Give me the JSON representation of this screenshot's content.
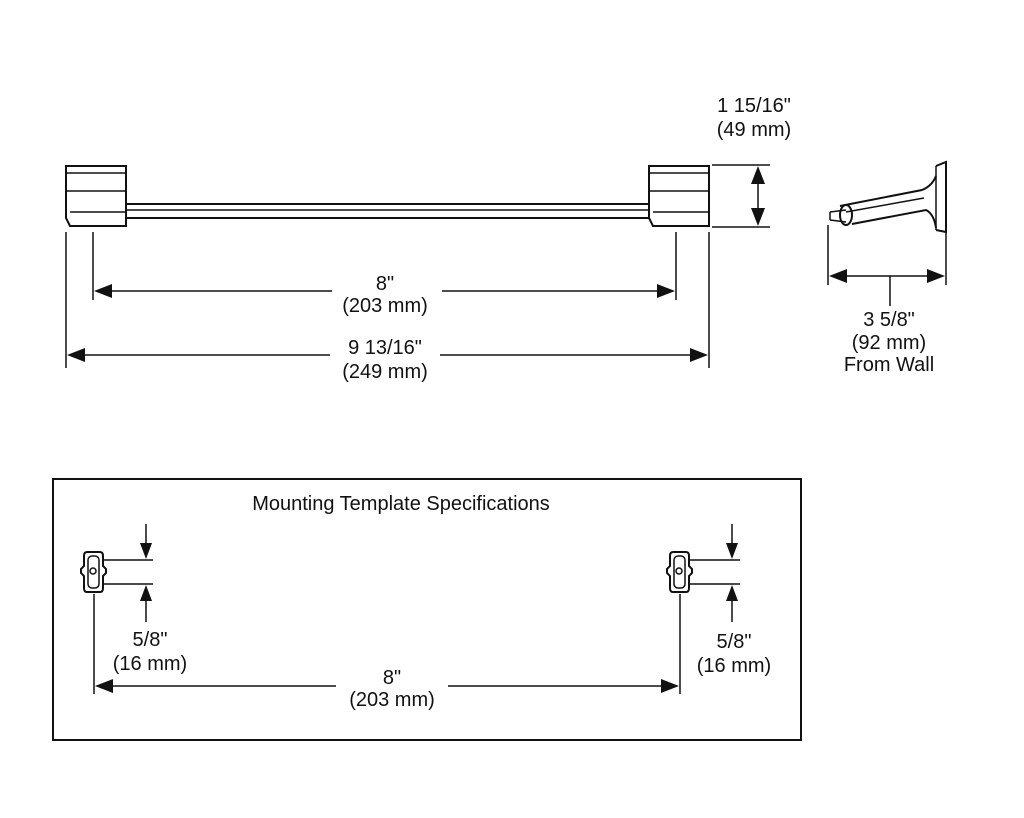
{
  "front_view": {
    "height_label": {
      "imperial": "1 15/16\"",
      "metric": "(49 mm)"
    },
    "center_label": {
      "imperial": "8\"",
      "metric": "(203 mm)"
    },
    "overall_label": {
      "imperial": "9 13/16\"",
      "metric": "(249 mm)"
    }
  },
  "side_view": {
    "projection_label": {
      "imperial": "3 5/8\"",
      "metric": "(92 mm)",
      "note": "From Wall"
    }
  },
  "mounting_template": {
    "title": "Mounting Template Specifications",
    "left_offset": {
      "imperial": "5/8\"",
      "metric": "(16 mm)"
    },
    "right_offset": {
      "imperial": "5/8\"",
      "metric": "(16 mm)"
    },
    "center_label": {
      "imperial": "8\"",
      "metric": "(203 mm)"
    }
  }
}
